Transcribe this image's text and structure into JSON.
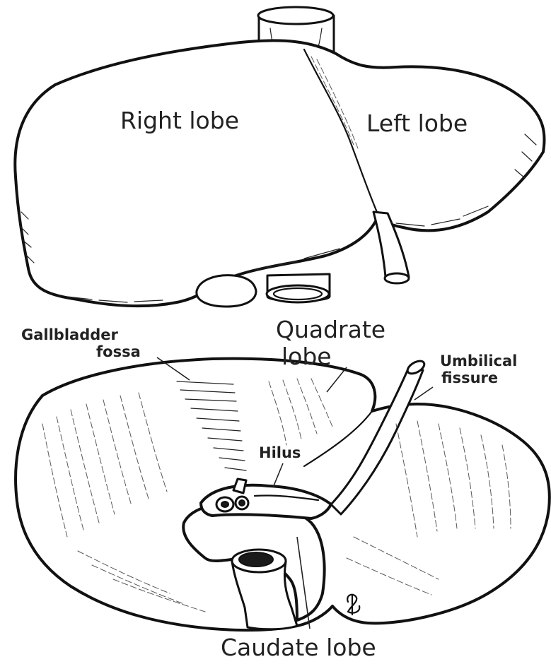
{
  "figure": {
    "top_view": {
      "right_lobe_label": "Right lobe",
      "left_lobe_label": "Left lobe"
    },
    "bottom_view": {
      "gallbladder_fossa_line1": "Gallbladder",
      "gallbladder_fossa_line2": "fossa",
      "quadrate_lobe_line1": "Quadrate",
      "quadrate_lobe_line2": "lobe",
      "umbilical_fissure_line1": "Umbilical",
      "umbilical_fissure_line2": "fissure",
      "hilus_label": "Hilus",
      "caudate_lobe_label": "Caudate lobe"
    },
    "artist_signature": "SD"
  }
}
